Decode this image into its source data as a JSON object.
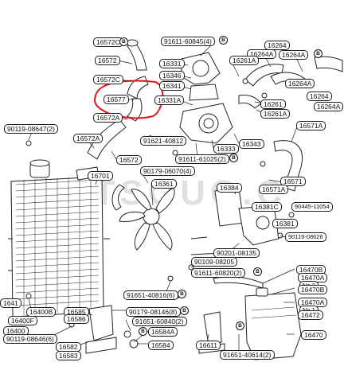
{
  "watermark": "PARTSOUQ.C",
  "colors": {
    "highlight": "#e0141b",
    "line": "#222222",
    "label_border": "#1a1a1a"
  },
  "labels": {
    "p16572C": "16572C",
    "p16572": "16572",
    "p16572C_b": "16572C",
    "p16577": "16577",
    "p16572A": "16572A",
    "p91611_60845": "91611-60845(4)",
    "p16331": "16331",
    "p16346": "16346",
    "p16341": "16341",
    "p16331A": "16331A",
    "p16264": "16264",
    "p16264A_1": "16264A",
    "p16264A_2": "16264A",
    "p16261A_top": "16261A",
    "p16264A_3": "16264A",
    "p16264_b": "16264",
    "p16264A_4": "16264A",
    "p16261": "16261",
    "p16261A_b": "16261A",
    "p16571A": "16571A",
    "p90119_08647": "90119-08647(2)",
    "p16572A_b": "16572A",
    "p91621_40812": "91621-40812",
    "p16333": "16333",
    "p16343": "16343",
    "p91611_61025": "91611-61025(2)",
    "p16572_b": "16572",
    "p90179_06070": "90179-06070(4)",
    "p16701": "16701",
    "p16361": "16361",
    "p16384": "16384",
    "p16571": "16571",
    "p16571A_b": "16571A",
    "p16381C": "16381C",
    "p90445_11054": "90445-11054",
    "p16381": "16381",
    "p90119_08626": "90119-08626",
    "p90201_08135": "90201-08135",
    "p90109_08205": "90109-08205",
    "p91611_60820": "91611-60820(2)",
    "p91651_40816": "91651-40816(6)",
    "p16470B": "16470B",
    "p16470A_1": "16470A",
    "p16470A_no": "No.2",
    "p16470B_2": "16470B",
    "p16470A_2": "16470A",
    "p16470A_no2": "No.1",
    "p16472": "16472",
    "p16470": "16470",
    "p16401": "1641",
    "p16400B": "16400B",
    "p16400F": "16400F",
    "p16400": "16400",
    "p90119_08646": "90119-08646(6)",
    "p16585": "16585",
    "p16586": "16586",
    "p16582": "16582",
    "p16583": "16583",
    "p90179_08146": "90179-08146(8)",
    "p91651_60840": "91651-60840(2)",
    "p16584A": "16584A",
    "p16584": "16584",
    "p16611": "16611",
    "p91651_40614": "91651-40614(2)",
    "p16470_r": "16470"
  },
  "marker": "B"
}
